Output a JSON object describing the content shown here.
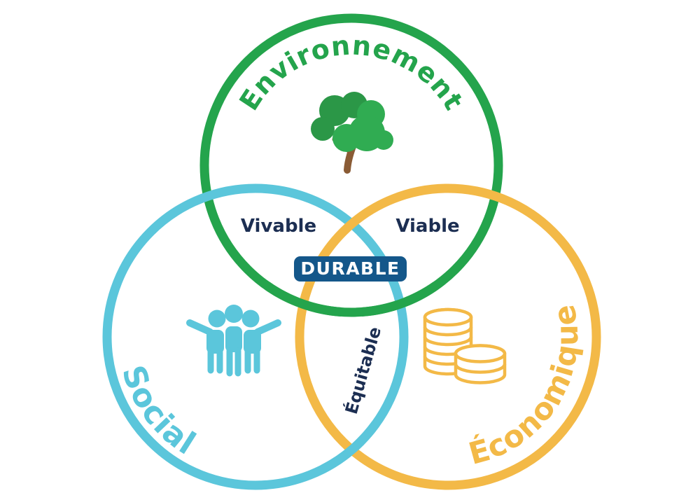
{
  "diagram": {
    "environment": {
      "label": "Environnement",
      "icon": "tree-icon",
      "color": "#24A44C"
    },
    "social": {
      "label": "Social",
      "icon": "people-icon",
      "color": "#5BC6DB"
    },
    "economic": {
      "label": "Économique",
      "icon": "coins-icon",
      "color": "#F3B947"
    },
    "overlaps": {
      "environment_social": "Vivable",
      "environment_economic": "Viable",
      "social_economic": "Équitable",
      "center": "DURABLE"
    }
  },
  "colors": {
    "navy_text": "#1C2E52",
    "durable_badge_bg": "#14578A",
    "durable_badge_text": "#FFFFFF",
    "tree_back": "#2B9747",
    "tree_front": "#30AC52",
    "tree_trunk": "#8A5B35",
    "background": "#FFFFFF"
  }
}
